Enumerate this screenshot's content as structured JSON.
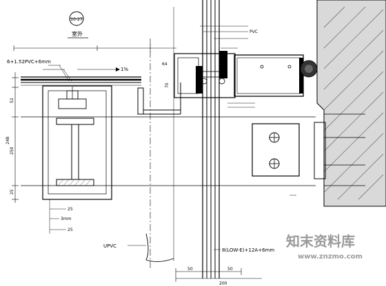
{
  "drawing": {
    "section_mark": "10-27",
    "room_label": "室外",
    "slope": "1%",
    "labels": {
      "top_panel": "6+1.52PVC+6mm",
      "pvc_top": "PVC",
      "pvc_bottom": "UPVC",
      "glass": "8(LOW-E)+12A+6mm",
      "steel_25_upper": "25",
      "steel_3mm": "3mm",
      "steel_25_lower": "25"
    },
    "dimensions": {
      "vertical": [
        "52",
        "248",
        "250",
        "25"
      ],
      "horizontal_bottom": [
        "50",
        "50",
        "200"
      ],
      "small": [
        "64",
        "70"
      ]
    }
  },
  "watermark": {
    "brand": "知末资料库",
    "url": "www.znzmo.com"
  },
  "colors": {
    "line": "#000000",
    "leader": "#111111",
    "hatch": "#555555",
    "watermark": "#9a9a9a"
  }
}
